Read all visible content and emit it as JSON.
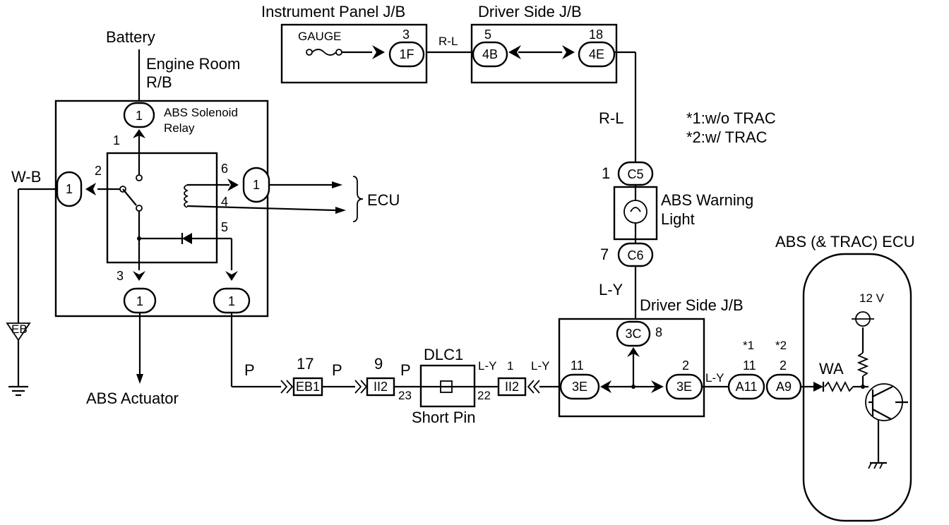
{
  "labels": {
    "battery": "Battery",
    "engine_room_rb_line1": "Engine Room",
    "engine_room_rb_line2": "R/B",
    "abs_solenoid_relay_line1": "ABS Solenoid",
    "abs_solenoid_relay_line2": "Relay",
    "instrument_panel_jb": "Instrument Panel J/B",
    "driver_side_jb_top": "Driver Side J/B",
    "driver_side_jb_bottom": "Driver Side J/B",
    "gauge": "GAUGE",
    "ecu_left": "ECU",
    "abs_actuator": "ABS Actuator",
    "abs_warning_light_line1": "ABS Warning",
    "abs_warning_light_line2": "Light",
    "abs_trac_ecu": "ABS (& TRAC) ECU",
    "dlc1": "DLC1",
    "short_pin": "Short Pin",
    "twelve_v": "12 V",
    "wa": "WA",
    "note_1": "*1:w/o TRAC",
    "note_2": "*2:w/ TRAC",
    "star1": "*1",
    "star2": "*2",
    "ground_eb": "EB"
  },
  "wires": {
    "r_l_top": "R-L",
    "r_l_vertical": "R-L",
    "w_b": "W-B",
    "l_y_vertical": "L-Y",
    "p_1": "P",
    "p_2": "P",
    "p_3": "P",
    "l_y_1": "L-Y",
    "l_y_2": "L-Y",
    "l_y_3": "L-Y"
  },
  "connectors": {
    "rb_top": "1",
    "rb_left": "1",
    "rb_right": "1",
    "rb_bottom_left": "1",
    "rb_bottom_right": "1",
    "ip_1f": "1F",
    "ds_4b": "4B",
    "ds_4e": "4E",
    "c5": "C5",
    "c6": "C6",
    "ds_3c": "3C",
    "ds_3e_left": "3E",
    "ds_3e_right": "3E",
    "a11": "A11",
    "a9": "A9",
    "eb1": "EB1",
    "ii2_left": "II2",
    "ii2_right": "II2"
  },
  "pins": {
    "relay_1": "1",
    "relay_2": "2",
    "relay_3": "3",
    "relay_4": "4",
    "relay_5": "5",
    "relay_6": "6",
    "ip_3": "3",
    "ds_5": "5",
    "ds_18": "18",
    "c5_1": "1",
    "c6_7": "7",
    "ds_3c_8": "8",
    "ds_3e_11": "11",
    "ds_3e_2": "2",
    "a11_11": "11",
    "a9_2": "2",
    "eb1_17": "17",
    "ii2_9": "9",
    "dlc_23": "23",
    "dlc_22": "22",
    "ii2_1": "1"
  },
  "colors": {
    "line": "#000000",
    "background": "#ffffff"
  }
}
